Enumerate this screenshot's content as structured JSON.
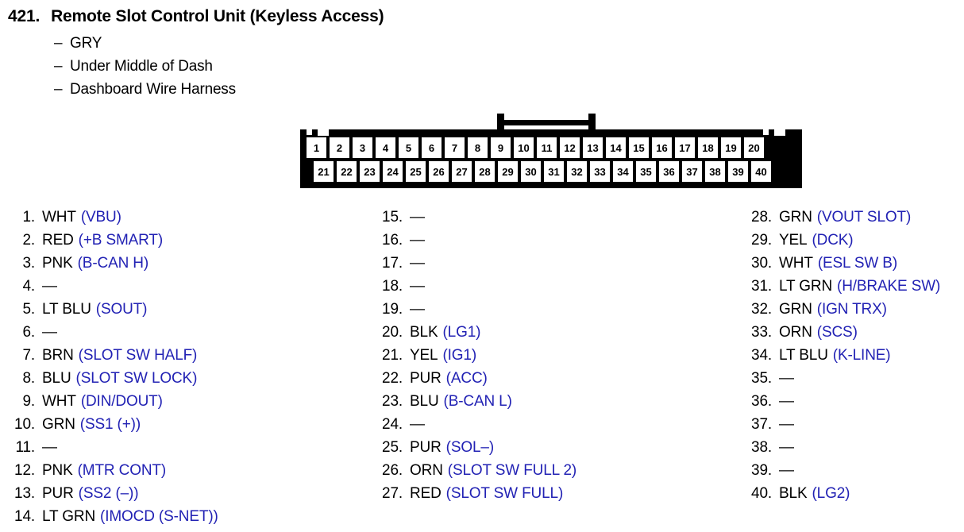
{
  "header": {
    "number": "421.",
    "title": "Remote Slot Control Unit (Keyless Access)",
    "attributes": [
      "GRY",
      "Under Middle of Dash",
      "Dashboard Wire Harness"
    ],
    "dash": "–"
  },
  "connector": {
    "name": "40-pin connector",
    "top_row_pins": [
      "1",
      "2",
      "3",
      "4",
      "5",
      "6",
      "7",
      "8",
      "9",
      "10",
      "11",
      "12",
      "13",
      "14",
      "15",
      "16",
      "17",
      "18",
      "19",
      "20"
    ],
    "bottom_row_pins": [
      "21",
      "22",
      "23",
      "24",
      "25",
      "26",
      "27",
      "28",
      "29",
      "30",
      "31",
      "32",
      "33",
      "34",
      "35",
      "36",
      "37",
      "38",
      "39",
      "40"
    ],
    "latch_over_pins": [
      "9",
      "10",
      "11",
      "12"
    ]
  },
  "colors": {
    "signal_text": "#2222b4",
    "body": "#000000",
    "background": "#ffffff"
  },
  "pin_list": {
    "empty_marker": "—",
    "columns": [
      {
        "id": "left",
        "items": [
          {
            "num": "1.",
            "color": "WHT",
            "signal": "(VBU)"
          },
          {
            "num": "2.",
            "color": "RED",
            "signal": "(+B SMART)"
          },
          {
            "num": "3.",
            "color": "PNK",
            "signal": "(B-CAN H)"
          },
          {
            "num": "4.",
            "color": "—",
            "signal": ""
          },
          {
            "num": "5.",
            "color": "LT BLU",
            "signal": "(SOUT)"
          },
          {
            "num": "6.",
            "color": "—",
            "signal": ""
          },
          {
            "num": "7.",
            "color": "BRN",
            "signal": "(SLOT SW HALF)"
          },
          {
            "num": "8.",
            "color": "BLU",
            "signal": "(SLOT SW LOCK)"
          },
          {
            "num": "9.",
            "color": "WHT",
            "signal": "(DIN/DOUT)"
          },
          {
            "num": "10.",
            "color": "GRN",
            "signal": "(SS1 (+))"
          },
          {
            "num": "11.",
            "color": "—",
            "signal": ""
          },
          {
            "num": "12.",
            "color": "PNK",
            "signal": "(MTR CONT)"
          },
          {
            "num": "13.",
            "color": "PUR",
            "signal": "(SS2 (–))"
          },
          {
            "num": "14.",
            "color": "LT GRN",
            "signal": "(IMOCD (S-NET))"
          }
        ]
      },
      {
        "id": "middle",
        "items": [
          {
            "num": "15.",
            "color": "—",
            "signal": ""
          },
          {
            "num": "16.",
            "color": "—",
            "signal": ""
          },
          {
            "num": "17.",
            "color": "—",
            "signal": ""
          },
          {
            "num": "18.",
            "color": "—",
            "signal": ""
          },
          {
            "num": "19.",
            "color": "—",
            "signal": ""
          },
          {
            "num": "20.",
            "color": "BLK",
            "signal": "(LG1)"
          },
          {
            "num": "21.",
            "color": "YEL",
            "signal": "(IG1)"
          },
          {
            "num": "22.",
            "color": "PUR",
            "signal": "(ACC)"
          },
          {
            "num": "23.",
            "color": "BLU",
            "signal": "(B-CAN L)"
          },
          {
            "num": "24.",
            "color": "—",
            "signal": ""
          },
          {
            "num": "25.",
            "color": "PUR",
            "signal": "(SOL–)"
          },
          {
            "num": "26.",
            "color": "ORN",
            "signal": "(SLOT SW FULL 2)"
          },
          {
            "num": "27.",
            "color": "RED",
            "signal": "(SLOT SW FULL)"
          }
        ]
      },
      {
        "id": "right",
        "items": [
          {
            "num": "28.",
            "color": "GRN",
            "signal": "(VOUT SLOT)"
          },
          {
            "num": "29.",
            "color": "YEL",
            "signal": "(DCK)"
          },
          {
            "num": "30.",
            "color": "WHT",
            "signal": "(ESL SW B)"
          },
          {
            "num": "31.",
            "color": "LT GRN",
            "signal": "(H/BRAKE SW)"
          },
          {
            "num": "32.",
            "color": "GRN",
            "signal": "(IGN TRX)"
          },
          {
            "num": "33.",
            "color": "ORN",
            "signal": "(SCS)"
          },
          {
            "num": "34.",
            "color": "LT BLU",
            "signal": "(K-LINE)"
          },
          {
            "num": "35.",
            "color": "—",
            "signal": ""
          },
          {
            "num": "36.",
            "color": "—",
            "signal": ""
          },
          {
            "num": "37.",
            "color": "—",
            "signal": ""
          },
          {
            "num": "38.",
            "color": "—",
            "signal": ""
          },
          {
            "num": "39.",
            "color": "—",
            "signal": ""
          },
          {
            "num": "40.",
            "color": "BLK",
            "signal": "(LG2)"
          }
        ]
      }
    ]
  }
}
